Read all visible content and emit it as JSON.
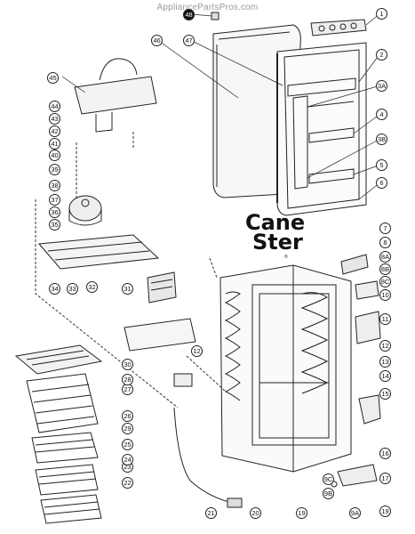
{
  "watermark": "AppliancePartsPros.com",
  "logo": {
    "line1": "Cane",
    "line2": "Ster",
    "registered": "®"
  },
  "callouts": [
    {
      "id": "c1",
      "label": "1"
    },
    {
      "id": "c2",
      "label": "2"
    },
    {
      "id": "c3a",
      "label": "3A"
    },
    {
      "id": "c4",
      "label": "4"
    },
    {
      "id": "c3b",
      "label": "3B"
    },
    {
      "id": "c5",
      "label": "5"
    },
    {
      "id": "c6",
      "label": "6"
    },
    {
      "id": "c7",
      "label": "7"
    },
    {
      "id": "c8",
      "label": "8"
    },
    {
      "id": "c8a",
      "label": "8A"
    },
    {
      "id": "c8b",
      "label": "8B"
    },
    {
      "id": "c8c",
      "label": "8C"
    },
    {
      "id": "c10",
      "label": "10"
    },
    {
      "id": "c11",
      "label": "11"
    },
    {
      "id": "c12r",
      "label": "12"
    },
    {
      "id": "c13",
      "label": "13"
    },
    {
      "id": "c14",
      "label": "14"
    },
    {
      "id": "c15",
      "label": "15"
    },
    {
      "id": "c16",
      "label": "16"
    },
    {
      "id": "c17",
      "label": "17"
    },
    {
      "id": "c9c",
      "label": "9C"
    },
    {
      "id": "c9b",
      "label": "9B"
    },
    {
      "id": "c9a",
      "label": "9A"
    },
    {
      "id": "c19a",
      "label": "19"
    },
    {
      "id": "c19b",
      "label": "19"
    },
    {
      "id": "c20",
      "label": "20"
    },
    {
      "id": "c21",
      "label": "21"
    },
    {
      "id": "c22",
      "label": "22"
    },
    {
      "id": "c23",
      "label": "23"
    },
    {
      "id": "c24",
      "label": "24"
    },
    {
      "id": "c25",
      "label": "25"
    },
    {
      "id": "c26",
      "label": "26"
    },
    {
      "id": "c27",
      "label": "27"
    },
    {
      "id": "c28",
      "label": "28"
    },
    {
      "id": "c29",
      "label": "29"
    },
    {
      "id": "c30",
      "label": "30"
    },
    {
      "id": "c31",
      "label": "31"
    },
    {
      "id": "c32",
      "label": "32"
    },
    {
      "id": "c33",
      "label": "33"
    },
    {
      "id": "c34",
      "label": "34"
    },
    {
      "id": "c35",
      "label": "35"
    },
    {
      "id": "c36",
      "label": "36"
    },
    {
      "id": "c37",
      "label": "37"
    },
    {
      "id": "c38",
      "label": "38"
    },
    {
      "id": "c39",
      "label": "39"
    },
    {
      "id": "c40",
      "label": "40"
    },
    {
      "id": "c41",
      "label": "41"
    },
    {
      "id": "c42",
      "label": "42"
    },
    {
      "id": "c43",
      "label": "43"
    },
    {
      "id": "c44",
      "label": "44"
    },
    {
      "id": "c45",
      "label": "45"
    },
    {
      "id": "c46",
      "label": "46"
    },
    {
      "id": "c47",
      "label": "47"
    },
    {
      "id": "c48",
      "label": "48"
    },
    {
      "id": "c12l",
      "label": "12"
    }
  ]
}
